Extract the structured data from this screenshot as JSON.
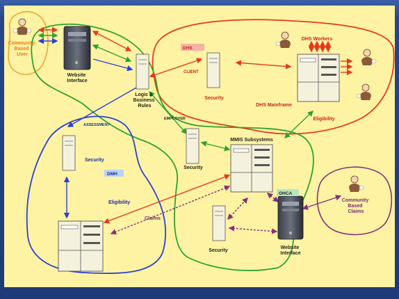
{
  "labels": {
    "community_based_user": [
      "Community",
      "Based",
      "User"
    ],
    "website_interface_top": [
      "Website",
      "Interface"
    ],
    "logic_business_rules": [
      "Logic &",
      "Business",
      "Rules"
    ],
    "dhs_tag": "DHS",
    "client": "CLIENT",
    "security_dhs": "Security",
    "dhs_workers": "DHS Workers",
    "dhs_mainframe": "DHS Mainframe",
    "eligibility_dhs": "Eligibility",
    "employer": "EMPLOYER",
    "assessment": "ASSESSMENT",
    "security_left": "Security",
    "dmh_tag": "DMH",
    "eligibility_left": "Eligibility",
    "claims": "Claims",
    "security_mid": "Security",
    "mmis_subsystems": "MMIS Subsystems",
    "ohca_tag": "OHCA",
    "security_bottom": "Security",
    "website_interface_bottom": [
      "Website",
      "Interface"
    ],
    "community_based_claims": [
      "Community",
      "Based",
      "Claims"
    ]
  },
  "colors": {
    "slide_bg": "#fdf3a3",
    "frame_blue": "#27478a",
    "green": "#2fa12f",
    "red": "#e53a1c",
    "blue": "#2d3fd8",
    "orange": "#f2a33a",
    "purple": "#86307a",
    "label_red": "#c8261b",
    "label_dark": "#222222",
    "label_navy": "#1b2d9c",
    "label_orange": "#e37c12",
    "label_purple": "#7b2b6f",
    "tag_red": "#f3b3a6",
    "tag_blue": "#b8d4f7",
    "tag_green": "#b7e6c0"
  }
}
